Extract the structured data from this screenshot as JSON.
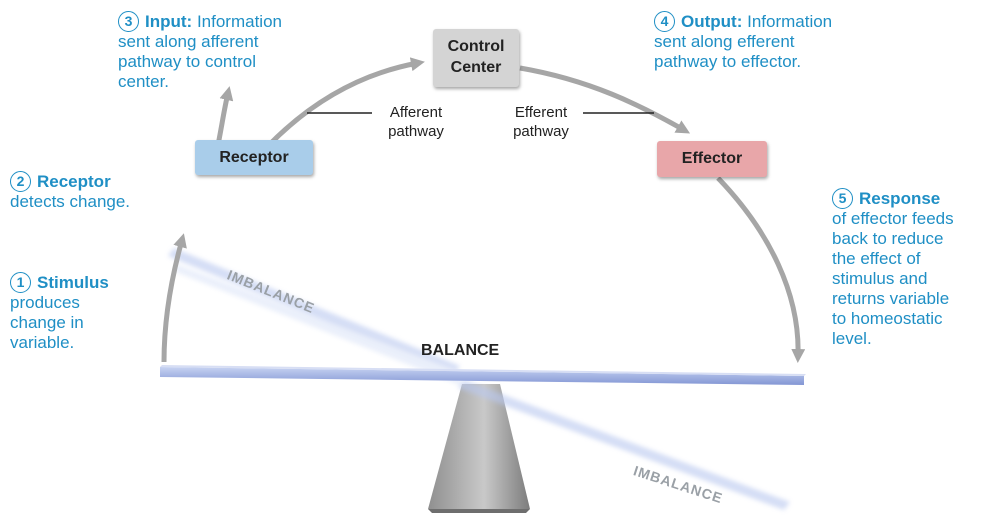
{
  "colors": {
    "step_text": "#1f8fc5",
    "receptor_box": "#a9cdea",
    "control_box": "#d4d4d4",
    "effector_box": "#e8a6a9",
    "arrow": "#a6a6a6",
    "beam": "#9aaedf"
  },
  "boxes": {
    "receptor": "Receptor",
    "control_line1": "Control",
    "control_line2": "Center",
    "effector": "Effector"
  },
  "pathways": {
    "afferent_line1": "Afferent",
    "afferent_line2": "pathway",
    "efferent_line1": "Efferent",
    "efferent_line2": "pathway"
  },
  "steps": {
    "s1": {
      "num": "1",
      "kw": "Stimulus",
      "text_lines": [
        "produces",
        "change in",
        "variable."
      ]
    },
    "s2": {
      "num": "2",
      "kw": "Receptor",
      "text_lines": [
        "detects change."
      ]
    },
    "s3": {
      "num": "3",
      "kw": "Input:",
      "first_rest": "Information",
      "text_lines": [
        "sent along afferent",
        "pathway to control",
        "center."
      ]
    },
    "s4": {
      "num": "4",
      "kw": "Output:",
      "first_rest": "Information",
      "text_lines": [
        "sent along efferent",
        "pathway to effector."
      ]
    },
    "s5": {
      "num": "5",
      "kw": "Response",
      "text_lines": [
        "of effector feeds",
        "back to reduce",
        "the effect of",
        "stimulus and",
        "returns variable",
        "to homeostatic",
        "level."
      ]
    }
  },
  "seesaw": {
    "balance": "BALANCE",
    "imbalance_top": "IMBALANCE",
    "imbalance_bottom": "IMBALANCE"
  }
}
